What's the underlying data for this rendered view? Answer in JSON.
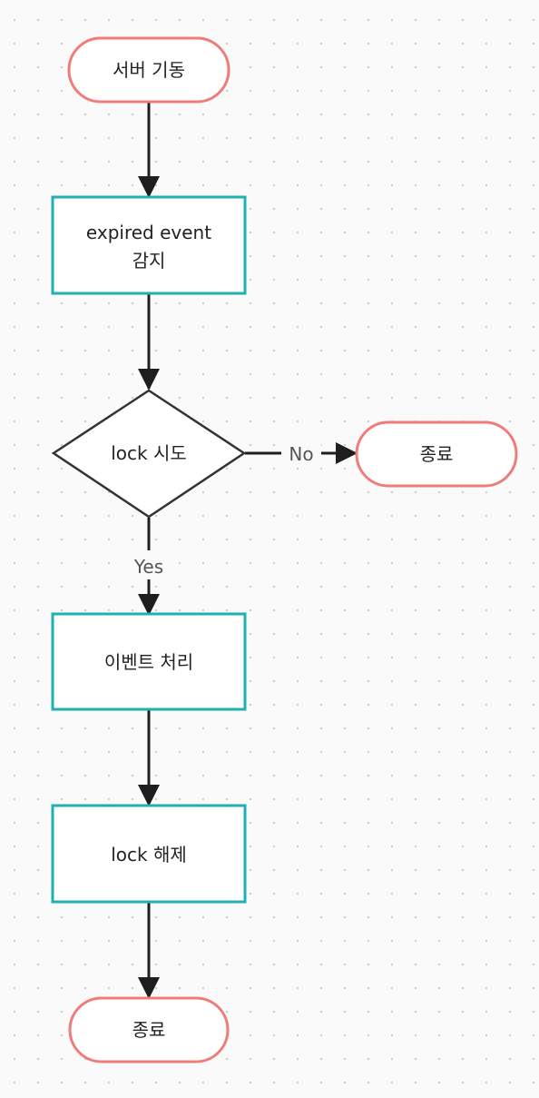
{
  "diagram": {
    "nodes": {
      "start": {
        "label": "서버 기동"
      },
      "detect": {
        "line1": "expired event",
        "line2": "감지"
      },
      "lock_try": {
        "label": "lock 시도"
      },
      "end_no": {
        "label": "종료"
      },
      "process": {
        "label": "이벤트 처리"
      },
      "unlock": {
        "label": "lock 해제"
      },
      "end": {
        "label": "종료"
      }
    },
    "edges": {
      "no_label": "No",
      "yes_label": "Yes"
    },
    "colors": {
      "terminal_border": "#f07c7a",
      "process_border": "#1fb0b3",
      "decision_border": "#333333",
      "arrow": "#1e1e1e",
      "background": "#fafafa",
      "grid_dot": "#c8ccd4"
    }
  }
}
